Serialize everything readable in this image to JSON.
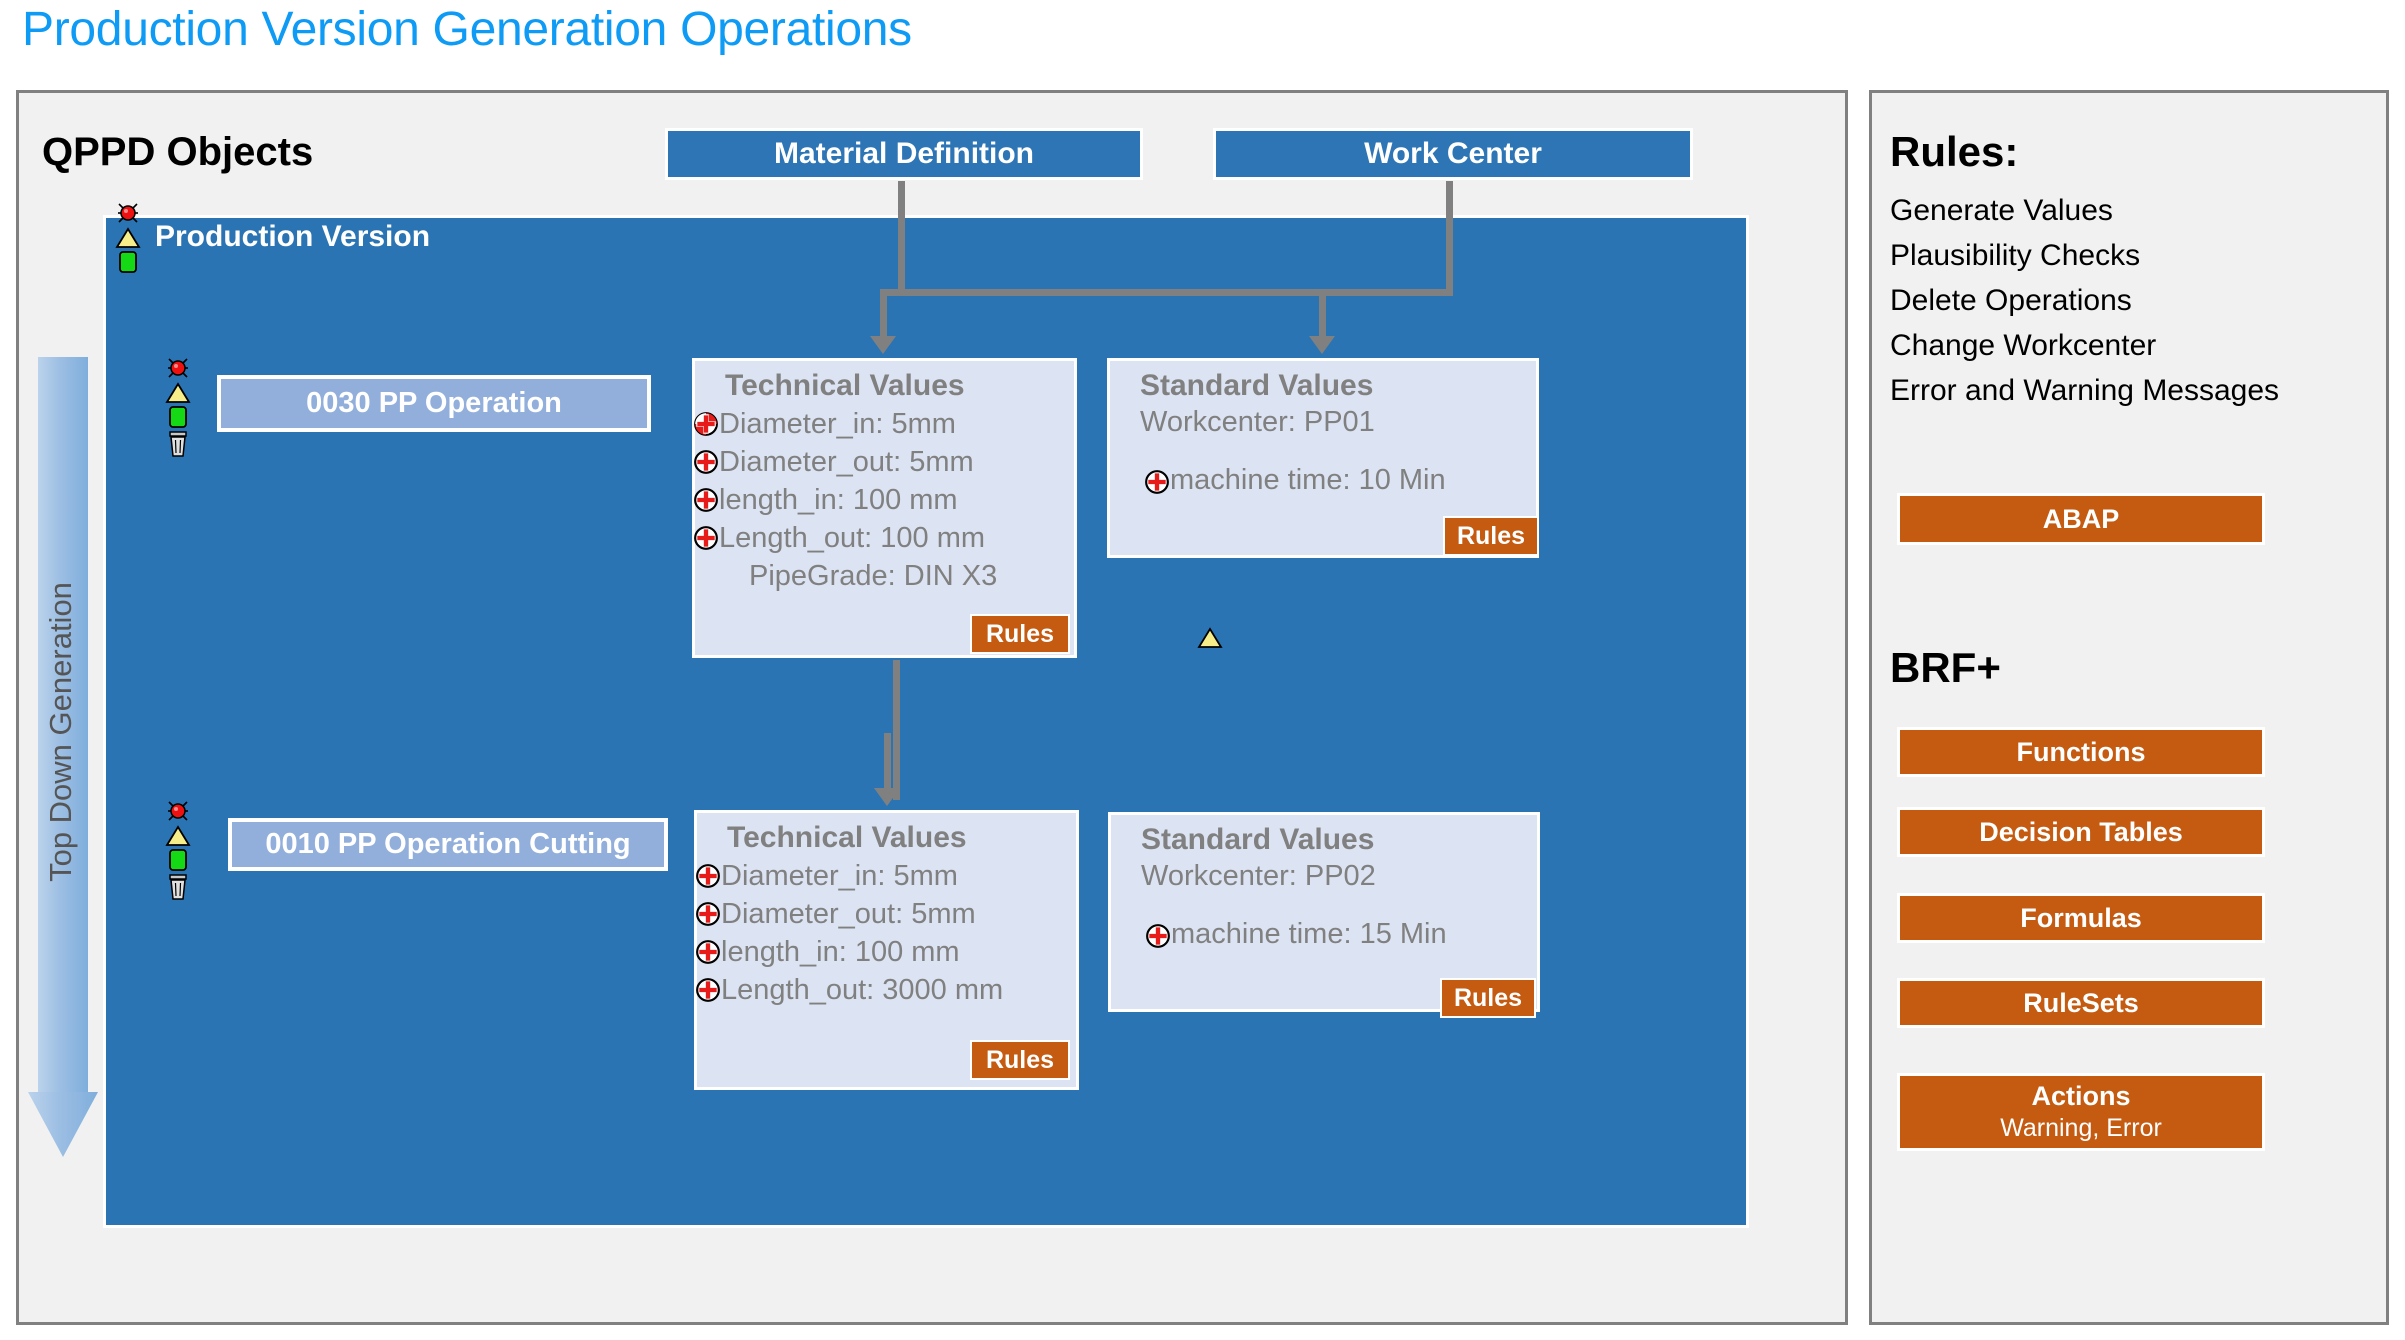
{
  "title": "Production Version Generation Operations",
  "title_color": "#0d9bf5",
  "left_panel": {
    "heading": "QPPD Objects",
    "top_boxes": [
      {
        "label": "Material Definition"
      },
      {
        "label": "Work Center"
      }
    ],
    "side_arrow": {
      "label": "Top Down Generation"
    },
    "production_version": {
      "label": "Production Version"
    },
    "operations": [
      {
        "name": "0030 PP Operation",
        "technical_values": {
          "title": "Technical Values",
          "lines": [
            {
              "text": "Diameter_in: 5mm",
              "icon": "rule-marker-icon"
            },
            {
              "text": "Diameter_out: 5mm",
              "icon": "rule-marker-icon"
            },
            {
              "text": "length_in: 100 mm",
              "icon": "rule-marker-icon"
            },
            {
              "text": "Length_out: 100 mm",
              "icon": "rule-marker-icon"
            },
            {
              "text": "PipeGrade: DIN X3",
              "icon": null
            }
          ],
          "rules_tag": "Rules"
        },
        "standard_values": {
          "title": "Standard Values",
          "workcenter": "Workcenter: PP01",
          "machine_time": "machine time: 10 Min",
          "rules_tag": "Rules"
        }
      },
      {
        "name": "0010 PP Operation Cutting",
        "technical_values": {
          "title": "Technical Values",
          "lines": [
            {
              "text": "Diameter_in: 5mm",
              "icon": "rule-marker-icon"
            },
            {
              "text": "Diameter_out: 5mm",
              "icon": "rule-marker-icon"
            },
            {
              "text": "length_in: 100 mm",
              "icon": "rule-marker-icon"
            },
            {
              "text": "Length_out: 3000 mm",
              "icon": "rule-marker-icon"
            }
          ],
          "rules_tag": "Rules"
        },
        "standard_values": {
          "title": "Standard Values",
          "workcenter": "Workcenter: PP02",
          "machine_time": "machine time: 15 Min",
          "rules_tag": "Rules"
        }
      }
    ]
  },
  "right_panel": {
    "rules_heading": "Rules:",
    "rules_items": [
      "Generate Values",
      "Plausibility Checks",
      "Delete Operations",
      "Change Workcenter",
      "Error and Warning Messages"
    ],
    "abap_button": "ABAP",
    "brfplus_heading": "BRF+",
    "brfplus_buttons": [
      {
        "label": "Functions",
        "sub": ""
      },
      {
        "label": "Decision Tables",
        "sub": ""
      },
      {
        "label": "Formulas",
        "sub": ""
      },
      {
        "label": "RuleSets",
        "sub": ""
      },
      {
        "label": "Actions",
        "sub": "Warning, Error"
      }
    ]
  },
  "colors": {
    "panel_blue": "#2B74B4",
    "header_blue": "#2E75B6",
    "op_box_blue": "#92AFDC",
    "value_box_bg": "#DCE3F2",
    "orange": "#C55A11",
    "frame_gray": "#808080",
    "panel_bg": "#F1F1F1"
  }
}
